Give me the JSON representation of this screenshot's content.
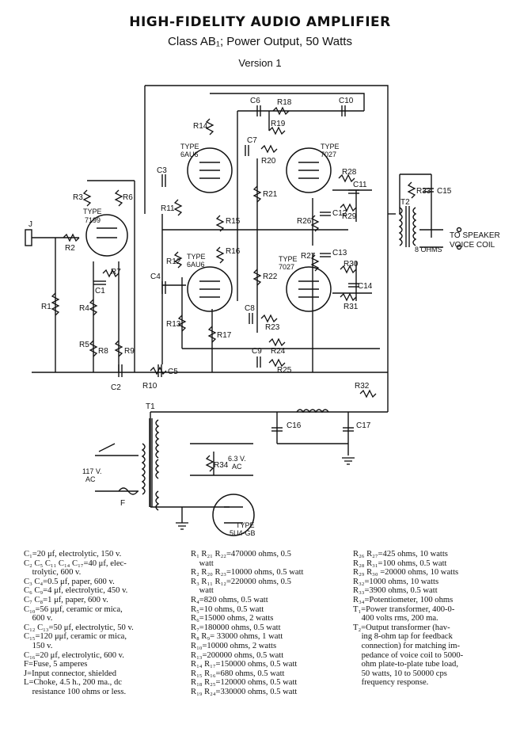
{
  "header": {
    "title": "HIGH-FIDELITY AUDIO AMPLIFIER",
    "subtitle": "Class AB₁; Power Output, 50 Watts",
    "version": "Version 1"
  },
  "diagram_labels": {
    "v1_type": "TYPE",
    "v1_tube": "7199",
    "v2_type": "TYPE",
    "v2_tube": "6AU6",
    "v3_type": "TYPE",
    "v3_tube": "6AU6",
    "v4_type": "TYPE",
    "v4_tube": "7027",
    "v5_type": "TYPE",
    "v5_tube": "7027",
    "rect_type": "TYPE",
    "rect_tube": "5U4-GB",
    "R1": "R1",
    "R2": "R2",
    "R3": "R3",
    "R4": "R4",
    "R5": "R5",
    "R6": "R6",
    "R7": "R7",
    "R8": "R8",
    "R9": "R9",
    "R10": "R10",
    "R11": "R11",
    "R12": "R12",
    "R13": "R13",
    "R14": "R14",
    "R15": "R15",
    "R16": "R16",
    "R17": "R17",
    "R18": "R18",
    "R19": "R19",
    "R20": "R20",
    "R21": "R21",
    "R22": "R22",
    "R23": "R23",
    "R24": "R24",
    "R25": "R25",
    "R26": "R26",
    "R27": "R27",
    "R28": "R28",
    "R29": "R29",
    "R30": "R30",
    "R31": "R31",
    "R32": "R32",
    "R33": "R33",
    "R34": "R34",
    "C1": "C1",
    "C2": "C2",
    "C3": "C3",
    "C4": "C4",
    "C5": "C5",
    "C6": "C6",
    "C7": "C7",
    "C8": "C8",
    "C9": "C9",
    "C10": "C10",
    "C11": "C11",
    "C12": "C12",
    "C13": "C13",
    "C14": "C14",
    "C15": "C15",
    "C16": "C16",
    "C17": "C17",
    "J": "J",
    "T1": "T1",
    "T2": "T2",
    "F": "F",
    "to_speaker_1": "TO SPEAKER",
    "to_speaker_2": "VOICE COIL",
    "ohms": "8 OHMS",
    "mains_1": "117 V.",
    "mains_2": "AC",
    "heater_1": "6.3 V.",
    "heater_2": "AC"
  },
  "parts_list": {
    "col1": [
      "C₁=20 μf, electrolytic, 150 v.",
      "C₂ C₅ C₁₁ C₁₄ C₁₇=40 μf, elec-",
      "    trolytic, 600 v.",
      "C₃ C₄=0.5 μf, paper, 600 v.",
      "C₆ C₉=4 μf, electrolytic, 450 v.",
      "C₇ C₈=1 μf, paper, 600 v.",
      "C₁₀=56 μμf, ceramic or mica,",
      "    600 v.",
      "C₁₂ C₁₃=50 μf, electrolytic, 50 v.",
      "C₁₅=120 μμf, ceramic or mica,",
      "    150 v.",
      "C₁₆=20 μf, electrolytic, 600 v.",
      "F=Fuse, 5 amperes",
      "J=Input connector, shielded",
      "L=Choke, 4.5 h., 200 ma., dc",
      "    resistance 100 ohms or less."
    ],
    "col2": [
      "R₁ R₂₁ R₂₂=470000 ohms, 0.5",
      "    watt",
      "R₂ R₂₀ R₂₃=10000 ohms, 0.5 watt",
      "R₃ R₁₁ R₁₂=220000 ohms, 0.5",
      "    watt",
      "R₄=820 ohms, 0.5 watt",
      "R₅=10 ohms, 0.5 watt",
      "R₆=15000 ohms, 2 watts",
      "R₇=180000 ohms, 0.5 watt",
      "R₈ R₉= 33000 ohms, 1 watt",
      "R₁₀=10000 ohms, 2 watts",
      "R₁₃=200000 ohms, 0.5 watt",
      "R₁₄ R₁₇=150000 ohms, 0.5 watt",
      "R₁₅ R₁₆=680 ohms, 0.5 watt",
      "R₁₈ R₂₅=120000 ohms, 0.5 watt",
      "R₁₉ R₂₄=330000 ohms, 0.5 watt"
    ],
    "col3": [
      "R₂₆ R₂₇=425 ohms, 10 watts",
      "R₂₈ R₃₁=100 ohms, 0.5 watt",
      "R₂₉ R₃₀ =20000 ohms, 10 watts",
      "R₃₂=1000 ohms, 10 watts",
      "R₃₃=3900 ohms, 0.5 watt",
      "R₃₄=Potentiometer, 100 ohms",
      "T₁=Power transformer, 400-0-",
      "    400 volts rms, 200 ma.",
      "T₂=Output transformer (hav-",
      "    ing 8-ohm tap for feedback",
      "    connection) for matching im-",
      "    pedance of voice coil to 5000-",
      "    ohm plate-to-plate tube load,",
      "    50 watts, 10 to 50000 cps",
      "    frequency response."
    ]
  }
}
